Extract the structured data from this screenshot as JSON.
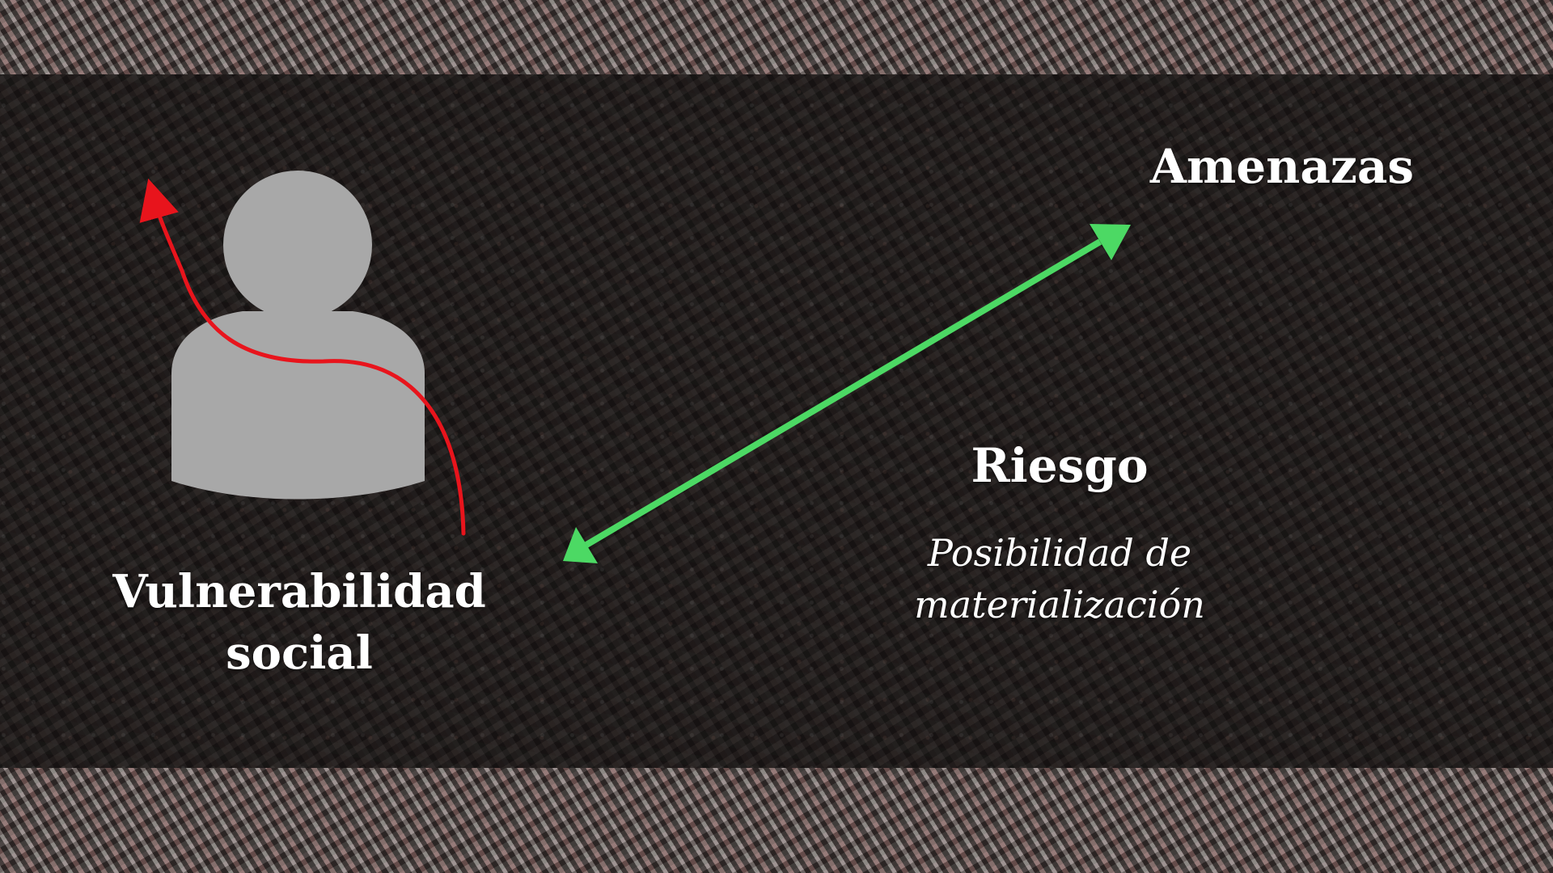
{
  "slide": {
    "labels": {
      "threats": "Amenazas",
      "risk": "Riesgo",
      "risk_description_line1": "Posibilidad de",
      "risk_description_line2": "materialización",
      "vulnerability_line1": "Vulnerabilidad",
      "vulnerability_line2": "social"
    },
    "icons": {
      "person": "person-silhouette-icon",
      "curve_arrow": "curved-arrow-icon",
      "double_arrow": "double-headed-arrow-icon"
    },
    "colors": {
      "text": "#ffffff",
      "person_silhouette": "#a8a8a8",
      "curve_arrow": "#e8141c",
      "double_arrow": "#4cd964"
    }
  }
}
